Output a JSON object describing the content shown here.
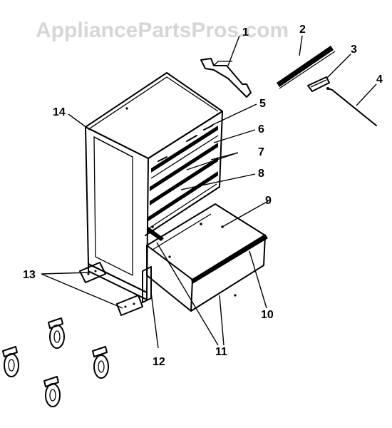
{
  "watermark": "AppliancePartsPros.com",
  "callouts": {
    "c1": "1",
    "c2": "2",
    "c3": "3",
    "c4": "4",
    "c5": "5",
    "c6": "6",
    "c7": "7",
    "c8": "8",
    "c9": "9",
    "c10": "10",
    "c11": "11",
    "c12": "12",
    "c13": "13",
    "c14": "14"
  }
}
